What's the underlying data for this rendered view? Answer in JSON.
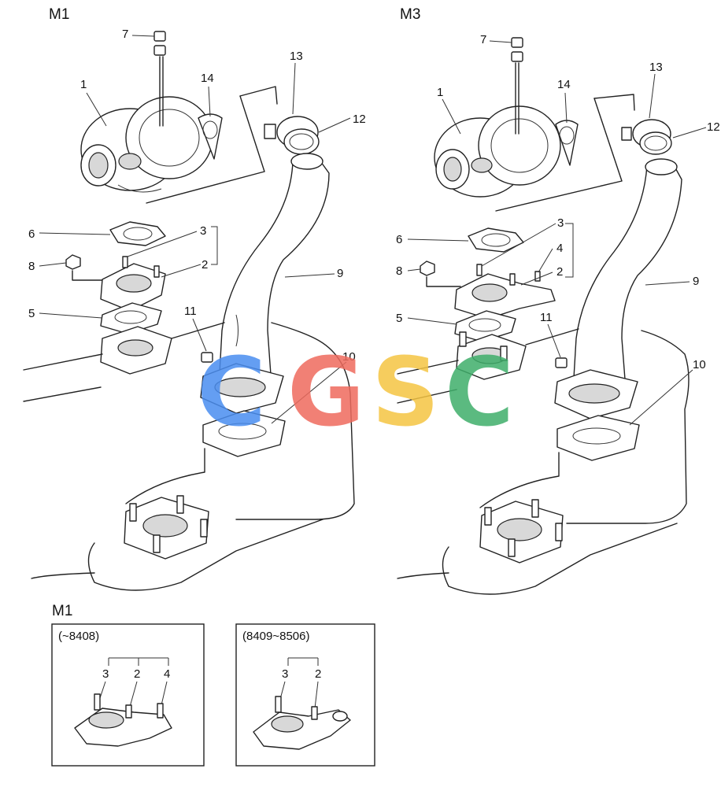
{
  "titles": {
    "left": "M1",
    "right": "M3",
    "inset": "M1"
  },
  "inset_boxes": {
    "a": {
      "range": "(~8408)",
      "labels": [
        "3",
        "2",
        "4"
      ]
    },
    "b": {
      "range": "(8409~8506)",
      "labels": [
        "3",
        "2"
      ]
    }
  },
  "callouts_left": [
    "7",
    "1",
    "14",
    "13",
    "12",
    "6",
    "3",
    "8",
    "2",
    "5",
    "11",
    "9",
    "10"
  ],
  "callouts_right": [
    "7",
    "1",
    "14",
    "13",
    "12",
    "3",
    "6",
    "4",
    "8",
    "2",
    "5",
    "11",
    "9",
    "10"
  ],
  "watermark": {
    "letters": [
      "C",
      "G",
      "S",
      "C"
    ],
    "colors": [
      "#4a8ef0",
      "#ef6b5e",
      "#f5c542",
      "#3fae6a"
    ]
  }
}
